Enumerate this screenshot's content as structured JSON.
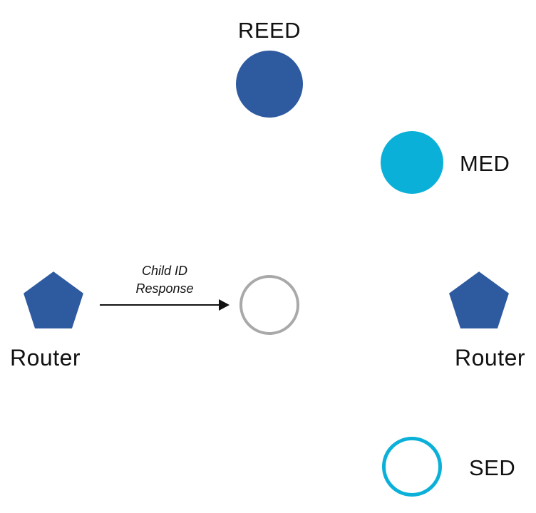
{
  "diagram": {
    "title": "Thread network node roles diagram",
    "colors": {
      "router_blue": "#2e5aa0",
      "device_cyan": "#0bb0d8",
      "joiner_outline_gray": "#a9a9a9",
      "text": "#111111",
      "background": "#ffffff"
    },
    "nodes": {
      "reed": {
        "label": "REED",
        "shape": "circle",
        "fill": "solid-blue"
      },
      "med": {
        "label": "MED",
        "shape": "circle",
        "fill": "solid-cyan"
      },
      "router_left": {
        "label": "Router",
        "shape": "pentagon",
        "fill": "solid-blue"
      },
      "router_right": {
        "label": "Router",
        "shape": "pentagon",
        "fill": "solid-blue"
      },
      "sed": {
        "label": "SED",
        "shape": "circle",
        "fill": "outline-cyan"
      },
      "joiner": {
        "label": "",
        "shape": "circle",
        "fill": "outline-gray"
      }
    },
    "arrow": {
      "label_line1": "Child ID",
      "label_line2": "Response",
      "from": "router_left",
      "to": "joiner",
      "direction": "right"
    }
  }
}
